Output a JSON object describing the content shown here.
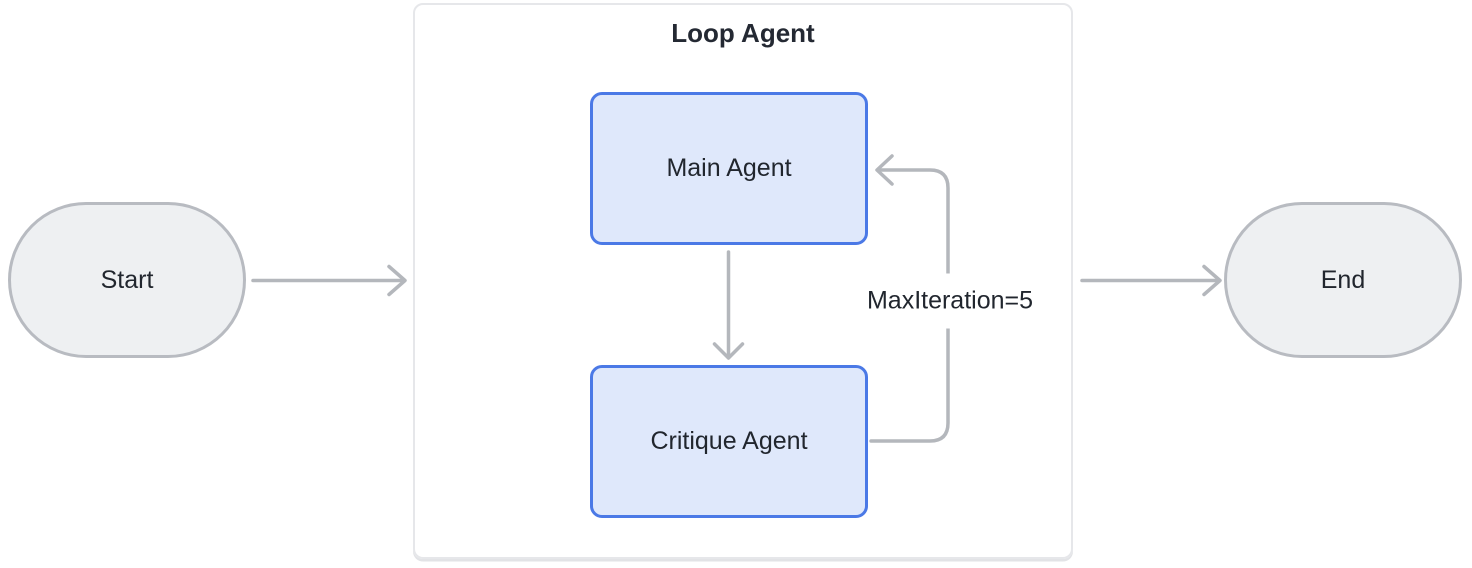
{
  "diagram": {
    "title": "Loop Agent",
    "nodes": {
      "start": {
        "label": "Start",
        "shape": "stadium"
      },
      "main_agent": {
        "label": "Main Agent",
        "shape": "rounded-rect"
      },
      "critique_agent": {
        "label": "Critique Agent",
        "shape": "rounded-rect"
      },
      "end": {
        "label": "End",
        "shape": "stadium"
      }
    },
    "edges": {
      "start_to_loop": {
        "from": "start",
        "to": "loop_agent"
      },
      "main_to_critique": {
        "from": "main_agent",
        "to": "critique_agent"
      },
      "critique_to_main_loopback": {
        "from": "critique_agent",
        "to": "main_agent",
        "label": "MaxIteration=5"
      },
      "loop_to_end": {
        "from": "loop_agent",
        "to": "end"
      }
    },
    "loop_label": "MaxIteration=5",
    "colors": {
      "connector": "#b4b7bc",
      "agent_border": "#4b79e6",
      "agent_fill": "#dfe8fb",
      "terminal_border": "#b8bbc1",
      "terminal_fill": "#eef0f2",
      "container_border": "#e6e7ea",
      "text": "#21262e"
    }
  }
}
